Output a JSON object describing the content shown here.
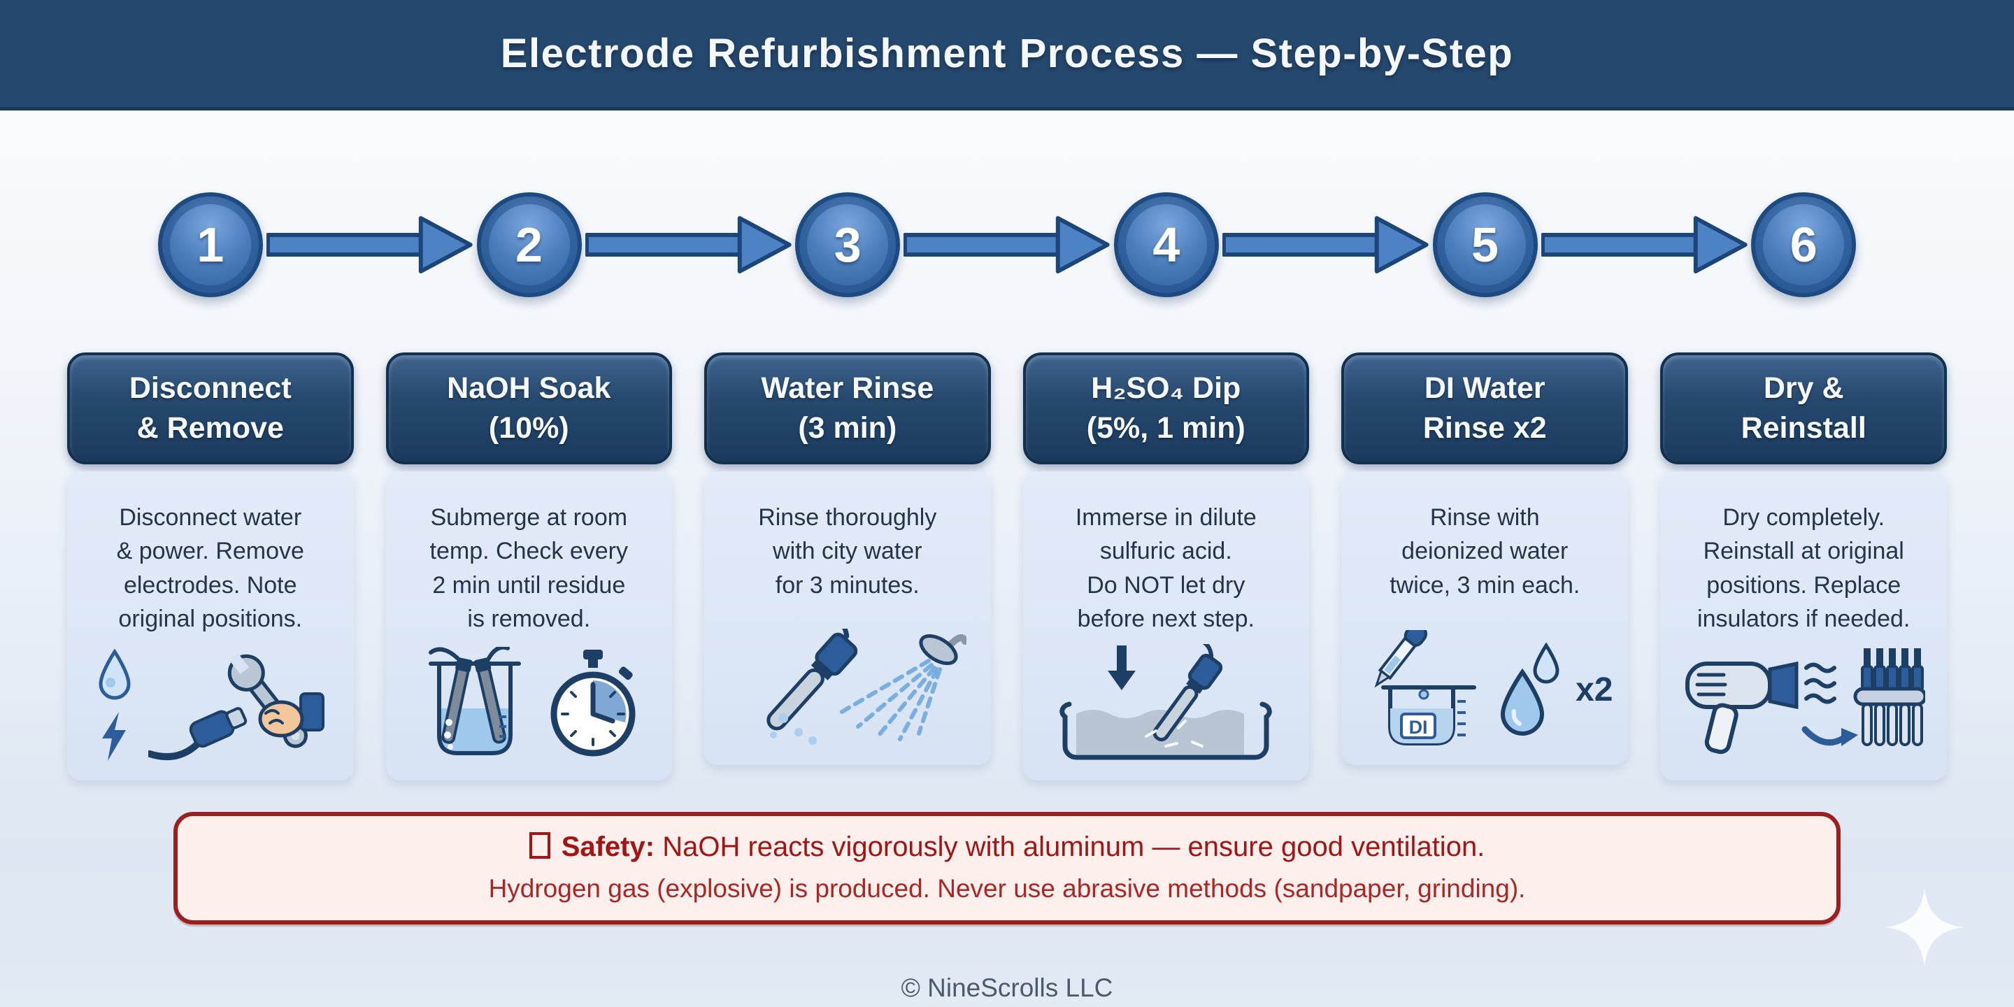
{
  "title": "Electrode Refurbishment Process — Step-by-Step",
  "colors": {
    "titlebar_navy": "#25486f",
    "step_pill_navy": "#1a3a5d",
    "card_body_blue": "#d7e3f4",
    "circle_blue": "#4a7cba",
    "arrow_blue": "#4d82c4",
    "safety_border_red": "#9a1f1f",
    "safety_bg_pink": "#fcefec",
    "safety_text_red": "#a31414"
  },
  "steps": [
    {
      "number": "1",
      "title_line1": "Disconnect",
      "title_line2": "& Remove",
      "description": "Disconnect water\n& power. Remove\nelectrodes. Note\noriginal positions.",
      "icons": [
        "water-drop-icon",
        "lightning-bolt-icon",
        "power-plug-icon",
        "hand-wrench-icon"
      ]
    },
    {
      "number": "2",
      "title_line1": "NaOH Soak",
      "title_line2": "(10%)",
      "description": "Submerge at room\ntemp. Check every\n2 min until residue\nis removed.",
      "icons": [
        "beaker-electrodes-icon",
        "stopwatch-icon"
      ]
    },
    {
      "number": "3",
      "title_line1": "Water Rinse",
      "title_line2": "(3 min)",
      "description": "Rinse thoroughly\nwith city water\nfor 3 minutes.",
      "icons": [
        "electrode-shower-spray-icon"
      ]
    },
    {
      "number": "4",
      "title_line1": "H₂SO₄ Dip",
      "title_line2": "(5%, 1 min)",
      "description": "Immerse in dilute\nsulfuric acid.\nDo NOT let dry\nbefore next step.",
      "icons": [
        "down-arrow-icon",
        "electrode-dip-basin-icon"
      ]
    },
    {
      "number": "5",
      "title_line1": "DI Water",
      "title_line2": "Rinse x2",
      "description": "Rinse with\ndeionized water\ntwice, 3 min each.",
      "icons": [
        "dropper-icon",
        "di-beaker-icon",
        "water-drops-icon"
      ],
      "beaker_label": "DI",
      "times_label": "x2"
    },
    {
      "number": "6",
      "title_line1": "Dry &",
      "title_line2": "Reinstall",
      "description": "Dry completely.\nReinstall at original\npositions. Replace\ninsulators if needed.",
      "icons": [
        "hair-dryer-icon",
        "curved-arrow-icon",
        "electrode-rack-icon"
      ]
    }
  ],
  "safety": {
    "icon": "warning-placeholder-glyph",
    "label": "Safety:",
    "line1": "NaOH reacts vigorously with aluminum — ensure good ventilation.",
    "line2": "Hydrogen gas (explosive) is produced. Never use abrasive methods (sandpaper, grinding)."
  },
  "footer": "© NineScrolls LLC"
}
